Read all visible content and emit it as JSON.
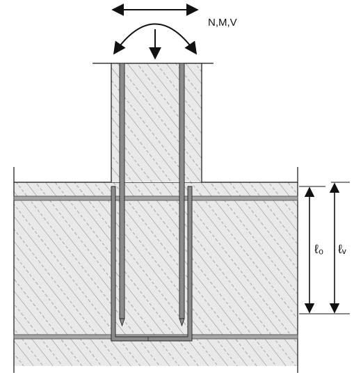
{
  "labels": {
    "actions": "N,M,V",
    "dimension_l0": "ℓ₀",
    "dimension_lv": "ℓᵥ"
  },
  "colors": {
    "concrete_fill": "#e9e9e9",
    "hatch": "#555555",
    "line": "#111111",
    "steel_fill": "#8c8c8c",
    "rebar_band": "#a6a6a6",
    "background": "#ffffff"
  }
}
